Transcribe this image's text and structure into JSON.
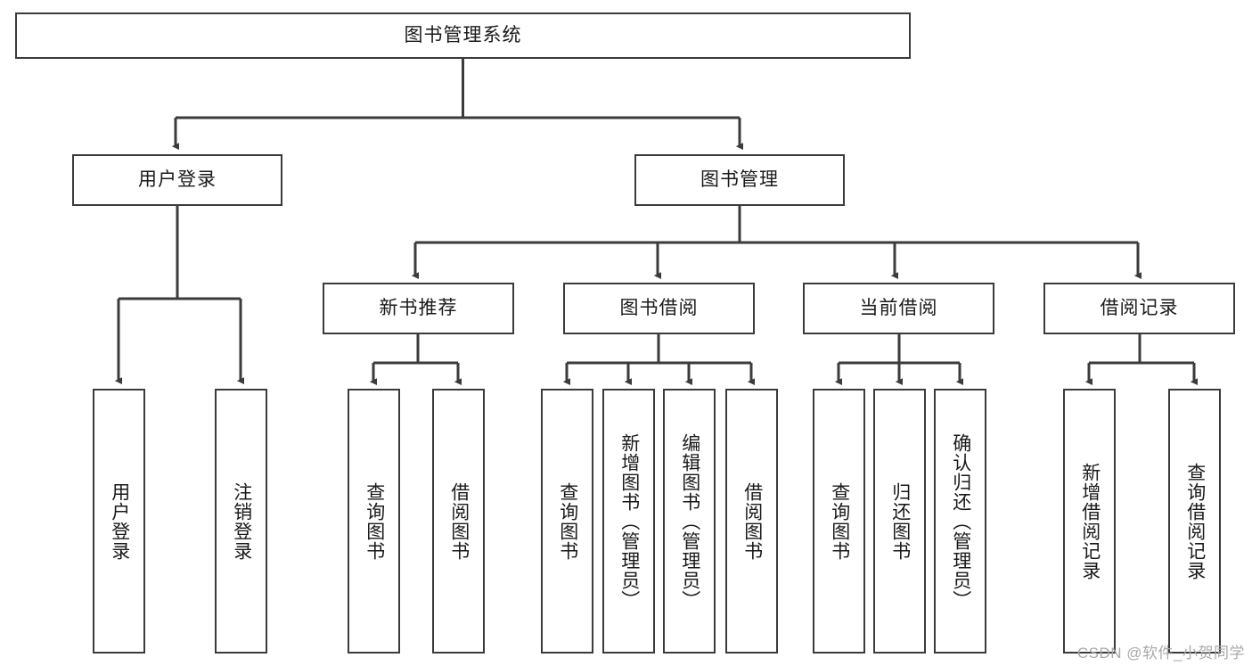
{
  "diagram": {
    "title": "图书管理系统",
    "type": "tree",
    "orientation": "top-down",
    "line_color": "#3b3b3b",
    "box_fill": "#ffffff",
    "text_color": "#1a1a1a"
  },
  "nodes": {
    "root": {
      "label": "图书管理系统"
    },
    "level2": [
      {
        "label": "用户登录"
      },
      {
        "label": "图书管理"
      }
    ],
    "level3": [
      {
        "label": "新书推荐"
      },
      {
        "label": "图书借阅"
      },
      {
        "label": "当前借阅"
      },
      {
        "label": "借阅记录"
      }
    ],
    "leaves": {
      "user_login": [
        {
          "label": "用户登录"
        },
        {
          "label": "注销登录"
        }
      ],
      "new_book_recommend": [
        {
          "label": "查询图书"
        },
        {
          "label": "借阅图书"
        }
      ],
      "book_borrow": [
        {
          "label": "查询图书"
        },
        {
          "label": "新增图书（管理员）"
        },
        {
          "label": "编辑图书（管理员）"
        },
        {
          "label": "借阅图书"
        }
      ],
      "current_borrow": [
        {
          "label": "查询图书"
        },
        {
          "label": "归还图书"
        },
        {
          "label": "确认归还（管理员）"
        }
      ],
      "borrow_record": [
        {
          "label": "新增借阅记录"
        },
        {
          "label": "查询借阅记录"
        }
      ]
    }
  },
  "watermark": {
    "text": "CSDN @软件_小贺同学"
  }
}
